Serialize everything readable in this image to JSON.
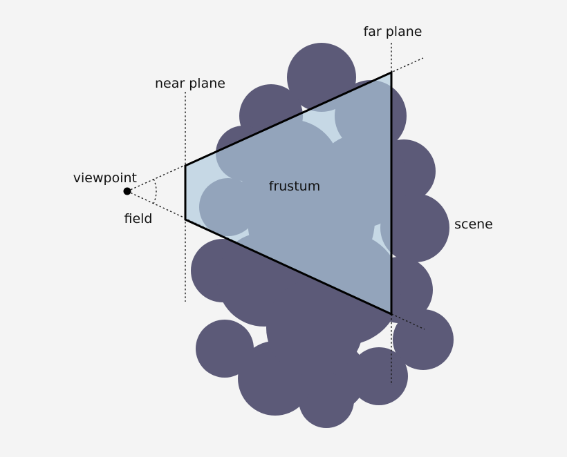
{
  "diagram": {
    "title": "viewing-frustum-diagram",
    "labels": {
      "far_plane": "far plane",
      "near_plane": "near plane",
      "viewpoint": "viewpoint",
      "field": "field",
      "frustum": "frustum",
      "scene": "scene"
    },
    "colors": {
      "background": "#f4f4f4",
      "cloud": "#5c5a78",
      "frustum_fill": "rgba(174,202,220,0.67)",
      "outline": "#000000",
      "dashed_line": "#1a1a1a",
      "text": "#111111",
      "viewpoint_dot": "#000000"
    }
  }
}
